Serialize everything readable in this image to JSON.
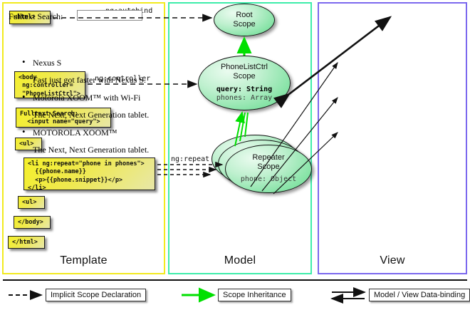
{
  "panels": {
    "template": {
      "label": "Template",
      "border_color": "#f2ea1e"
    },
    "model": {
      "label": "Model",
      "border_color": "#3dedaa"
    },
    "view": {
      "label": "View",
      "border_color": "#7b68ee"
    }
  },
  "template_boxes": [
    {
      "id": "html-open",
      "text": "<html>"
    },
    {
      "id": "body-open",
      "text": "<body\n ng:controller=\n \"PhoneListCtrl\">"
    },
    {
      "id": "fulltext",
      "text": "Fulltext Search:\n  <input name=\"query\">"
    },
    {
      "id": "ul-open",
      "text": "<ul>"
    },
    {
      "id": "li-repeat",
      "text": "<li ng:repeat=\"phone in phones\">\n  {{phone.name}}\n  <p>{{phone.snippet}}</p>\n</li>"
    },
    {
      "id": "ul-close",
      "text": "<ul>"
    },
    {
      "id": "body-close",
      "text": "</body>"
    },
    {
      "id": "html-close",
      "text": "</html>"
    }
  ],
  "scopes": {
    "root": {
      "title_line1": "Root",
      "title_line2": "Scope"
    },
    "ctrl": {
      "title_line1": "PhoneListCtrl",
      "title_line2": "Scope",
      "prop1": "query: String",
      "prop2": "phones: Array"
    },
    "repeater": {
      "title_line1": "Repeater",
      "title_line2": "Scope",
      "prop1": "phone: Object"
    }
  },
  "edge_labels": {
    "autobind": "ng:autobind",
    "controller": "ng:controller",
    "repeat": "ng:repeat"
  },
  "view": {
    "search_label": "Fulltext Search:",
    "search_value": "",
    "bullet": "•",
    "items": [
      {
        "name": "Nexus S",
        "snippet": "Fast just got faster with Nexus S."
      },
      {
        "name": "Motorola XOOM™  with Wi-Fi",
        "snippet": "The Next, Next Generation tablet."
      },
      {
        "name": "MOTOROLA XOOM™",
        "snippet": "The Next, Next Generation tablet."
      }
    ]
  },
  "legend": [
    {
      "id": "implicit-scope",
      "label": "Implicit Scope Declaration",
      "arrow": "dashed-black"
    },
    {
      "id": "scope-inheritance",
      "label": "Scope Inheritance",
      "arrow": "solid-green"
    },
    {
      "id": "data-binding",
      "label": "Model / View Data-binding",
      "arrow": "double-black"
    }
  ],
  "colors": {
    "green_arrow": "#00e000",
    "box_yellow": "#f5f02a",
    "ellipse_green": "#86e3a6"
  }
}
